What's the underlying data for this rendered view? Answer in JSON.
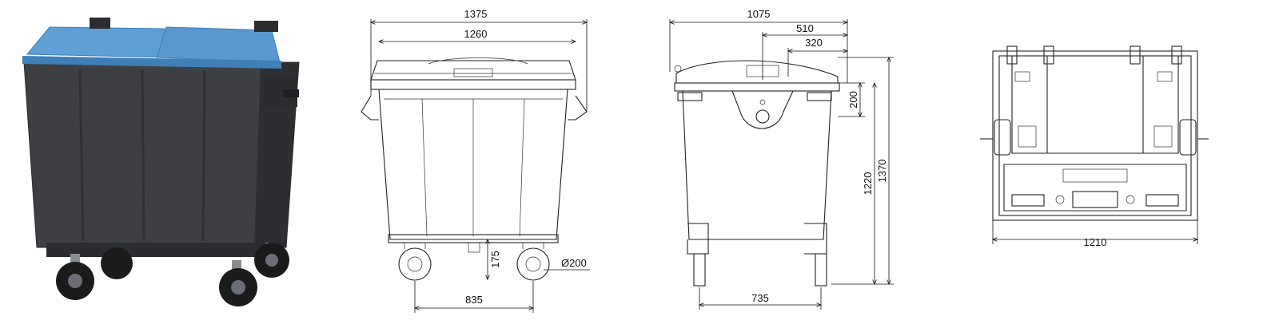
{
  "colors": {
    "body": "#3d3f43",
    "body_dark": "#2a2c2f",
    "lid": "#5e9fd6",
    "lid_dark": "#3f7fb8",
    "wheel": "#1b1b1b",
    "drawing": "#222222"
  },
  "front_view": {
    "overall_width": "1375",
    "body_width": "1260",
    "ground_clearance": "175",
    "wheel_diameter": "Ø200",
    "wheel_spacing": "835"
  },
  "side_view": {
    "depth": "1075",
    "lid_segment_1": "510",
    "lid_segment_2": "320",
    "lid_height": "200",
    "body_height": "1220",
    "total_height": "1370",
    "wheel_base": "735"
  },
  "top_view": {
    "width": "1210"
  }
}
